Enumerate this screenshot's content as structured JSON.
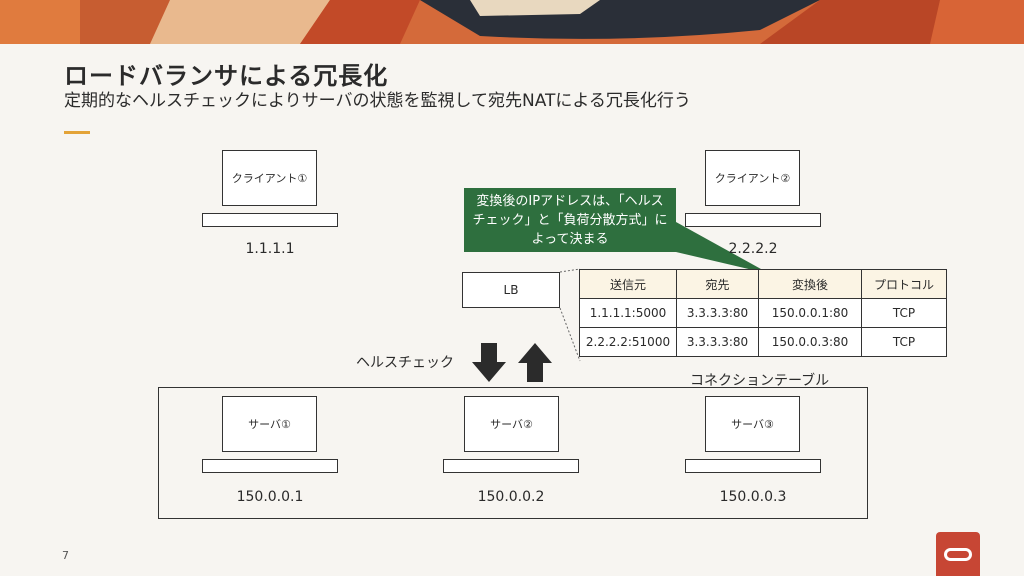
{
  "slide": {
    "title": "ロードバランサによる冗長化",
    "subtitle": "定期的なヘルスチェックによりサーバの状態を監視して宛先NATによる冗長化行う",
    "page_number": "7"
  },
  "clients": [
    {
      "label": "クライアント①",
      "ip": "1.1.1.1"
    },
    {
      "label": "クライアント②",
      "ip": "2.2.2.2"
    }
  ],
  "lb": {
    "label": "LB"
  },
  "health_check_label": "ヘルスチェック",
  "connection_table_label": "コネクションテーブル",
  "callout": {
    "text": "変換後のIPアドレスは、「ヘルスチェック」と「負荷分散方式」によって決まる"
  },
  "connection_table": {
    "headers": [
      "送信元",
      "宛先",
      "変換後",
      "プロトコル"
    ],
    "rows": [
      [
        "1.1.1.1:5000",
        "3.3.3.3:80",
        "150.0.0.1:80",
        "TCP"
      ],
      [
        "2.2.2.2:51000",
        "3.3.3.3:80",
        "150.0.0.3:80",
        "TCP"
      ]
    ]
  },
  "servers": [
    {
      "label": "サーバ①",
      "ip": "150.0.0.1"
    },
    {
      "label": "サーバ②",
      "ip": "150.0.0.2"
    },
    {
      "label": "サーバ③",
      "ip": "150.0.0.3"
    }
  ],
  "colors": {
    "accent": "#e3a338",
    "callout_bg": "#2e6f3e",
    "brand_red": "#c74634",
    "table_header_bg": "#fbf4e4"
  }
}
